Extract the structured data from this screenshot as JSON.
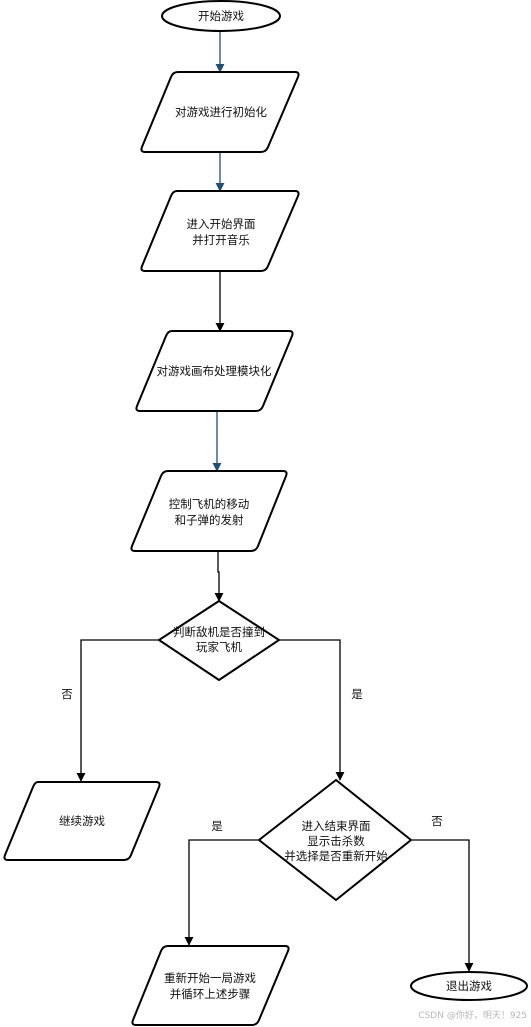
{
  "diagram": {
    "colors": {
      "blue_edge": "#1f4e79",
      "black_edge": "#000000",
      "shape_stroke": "#000000",
      "shape_fill": "#ffffff"
    },
    "nodes": {
      "start": {
        "lines": [
          "开始游戏"
        ]
      },
      "init": {
        "lines": [
          "对游戏进行初始化"
        ]
      },
      "enter_start": {
        "lines": [
          "进入开始界面",
          "并打开音乐"
        ]
      },
      "modularize": {
        "lines": [
          "对游戏画布处理模块化"
        ]
      },
      "control": {
        "lines": [
          "控制飞机的移动",
          "和子弹的发射"
        ]
      },
      "collision": {
        "lines": [
          "判断敌机是否撞到",
          "玩家飞机"
        ]
      },
      "continue": {
        "lines": [
          "继续游戏"
        ]
      },
      "end_screen": {
        "lines": [
          "进入结束界面",
          "显示击杀数",
          "并选择是否重新开始"
        ]
      },
      "restart": {
        "lines": [
          "重新开始一局游戏",
          "并循环上述步骤"
        ]
      },
      "quit": {
        "lines": [
          "退出游戏"
        ]
      }
    },
    "edge_labels": {
      "no_left": "否",
      "yes_right": "是",
      "yes_restart": "是",
      "no_quit": "否"
    }
  },
  "watermark": "CSDN @你好，明天！925"
}
